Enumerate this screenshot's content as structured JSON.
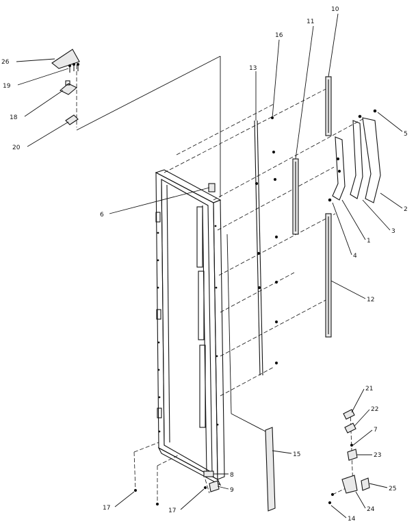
{
  "diagram": {
    "callouts": {
      "c1": "1",
      "c2": "2",
      "c3": "3",
      "c4": "4",
      "c5": "5",
      "c6": "6",
      "c7": "7",
      "c8": "8",
      "c9": "9",
      "c10": "10",
      "c11": "11",
      "c12": "12",
      "c13": "13",
      "c14": "14",
      "c15": "15",
      "c16": "16",
      "c17a": "17",
      "c17b": "17",
      "c18": "18",
      "c19": "19",
      "c20": "20",
      "c21": "21",
      "c22": "22",
      "c23": "23",
      "c24": "24",
      "c25": "25",
      "c26": "26"
    }
  }
}
